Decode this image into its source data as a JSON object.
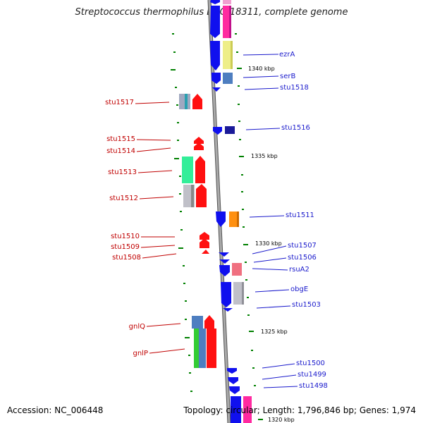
{
  "title": "Streptococcus thermophilus LMG 18311, complete genome",
  "footer": {
    "accession": "Accession: NC_006448",
    "summary": "Topology: circular; Length: 1,796,846 bp; Genes: 1,974"
  },
  "colors": {
    "forward_label": "#c00000",
    "reverse_label": "#1a1acc",
    "backbone": "#888888",
    "tick": "#008000"
  },
  "kbp_marks": [
    "1340 kbp",
    "1335 kbp",
    "1330 kbp",
    "1325 kbp",
    "1320 kbp"
  ],
  "right_genes": [
    "ezrA",
    "serB",
    "stu1518",
    "stu1516",
    "stu1511",
    "stu1507",
    "stu1506",
    "rsuA2",
    "obgE",
    "stu1503",
    "stu1500",
    "stu1499",
    "stu1498"
  ],
  "left_genes": [
    "stu1517",
    "stu1515",
    "stu1514",
    "stu1513",
    "stu1512",
    "stu1510",
    "stu1509",
    "stu1508",
    "gnlQ",
    "gnlP"
  ]
}
